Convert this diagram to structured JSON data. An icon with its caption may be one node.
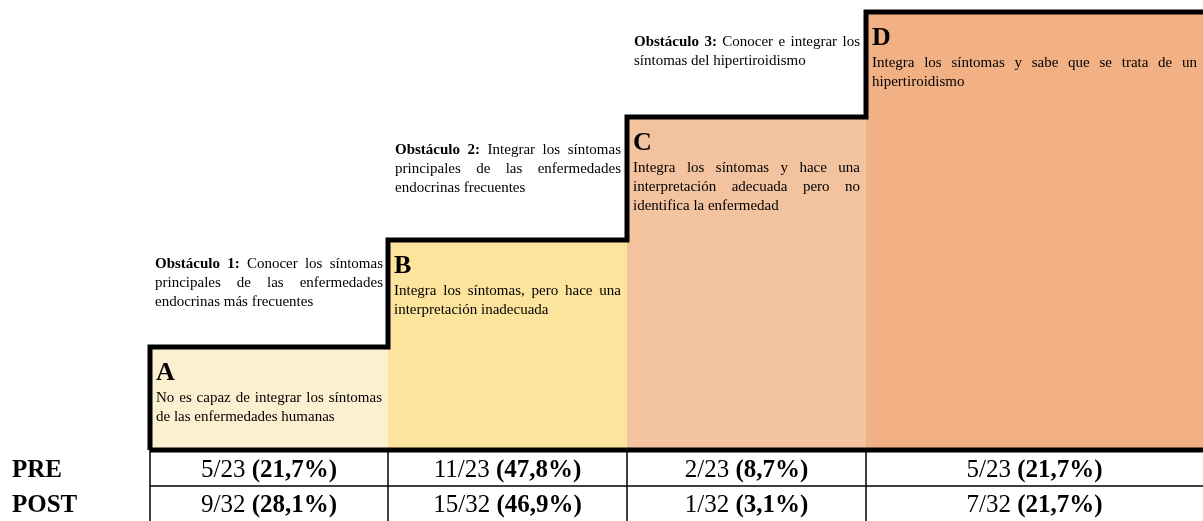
{
  "diagram": {
    "nodes": [
      {
        "text": [
          "A",
          "No es capaz de integrar los síntomas de las enfermedades humanas"
        ]
      },
      {
        "text": [
          "B",
          "Integra los síntomas, pero hace una interpretación inadecuada"
        ]
      },
      {
        "text": [
          "C",
          "Integra los síntomas y hace una interpretación adecuada pero no identifica la enfermedad"
        ]
      },
      {
        "text": [
          "D",
          "Integra los síntomas y sabe que se trata de un hipertiroidismo"
        ]
      }
    ],
    "labels": [
      "**Obstáculo 1:** Conocer los síntomas principales de las enfermedades endocrinas más frecuentes",
      "**Obstáculo 2:** Integrar los síntomas principales de las enfermedades endocrinas frecuentes",
      "**Obstáculo 3:** Conocer e integrar los síntomas del hipertiroidismo",
      "PRE",
      "5/23 **(21,7%)**",
      "11/23 **(47,8%)**",
      "2/23 **(8,7%)**",
      "5/23 **(21,7%)**",
      "POST",
      "9/32 **(28,1%)**",
      "15/32 **(46,9%)**",
      "1/32 **(3,1%)**",
      "7/32 **(21,7%)**"
    ]
  }
}
